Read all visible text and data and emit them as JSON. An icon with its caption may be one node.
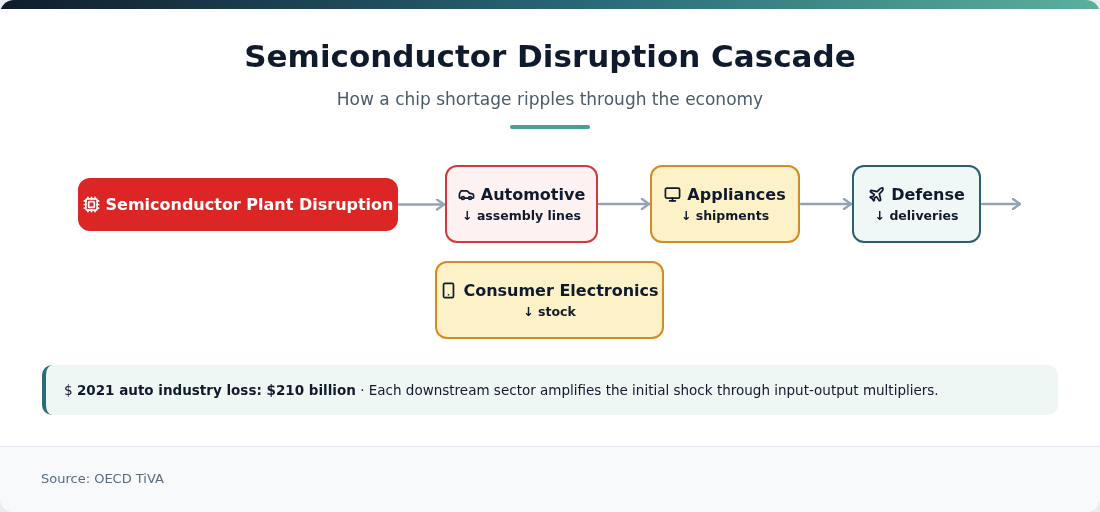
{
  "diagram": {
    "title": "Semiconductor Disruption Cascade",
    "caption": "How a chip shortage ripples through the economy",
    "nodes": [
      {
        "text": [
          "Semiconductor Plant Disruption"
        ]
      },
      {
        "text": [
          "Automotive",
          "↓ assembly lines"
        ]
      },
      {
        "text": [
          "Appliances",
          "↓ shipments"
        ]
      },
      {
        "text": [
          "Defense",
          "↓ deliveries"
        ]
      },
      {
        "text": [
          "Consumer Electronics",
          "↓ stock"
        ]
      }
    ],
    "edges": [
      {
        "from": 0,
        "to": 1,
        "arrow": "to"
      },
      {
        "from": 1,
        "to": 2,
        "arrow": "to"
      },
      {
        "from": 2,
        "to": 3,
        "arrow": "to"
      },
      {
        "from": 3,
        "to": null,
        "arrow": "to"
      }
    ],
    "labels": [
      "$ **2021 auto industry loss: $210 billion** · Each downstream sector amplifies the initial shock through input-output multipliers.",
      "Source: OECD TiVA"
    ]
  }
}
